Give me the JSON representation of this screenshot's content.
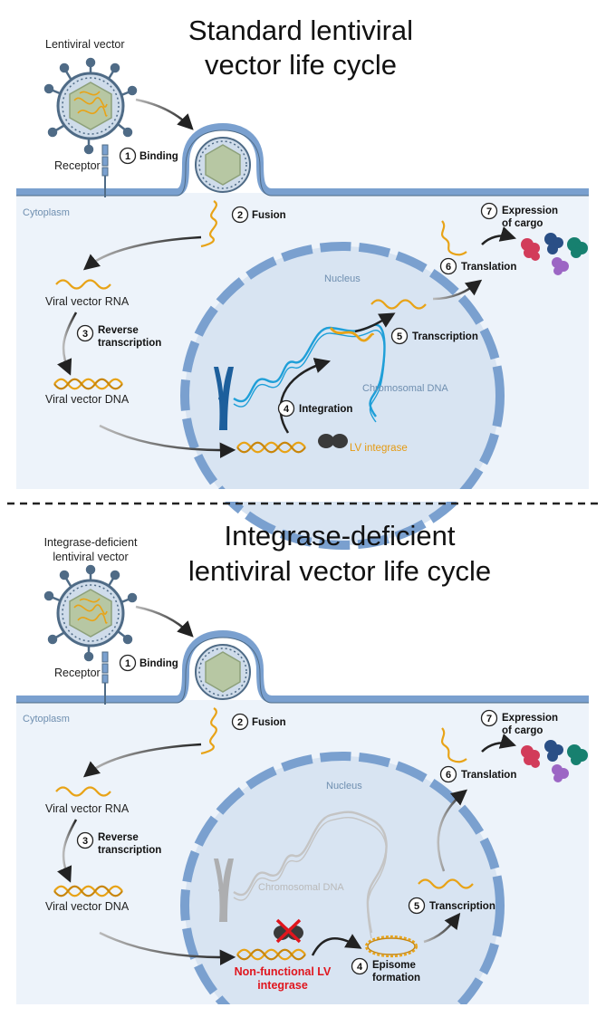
{
  "panel_top": {
    "title_line1": "Standard lentiviral",
    "title_line2": "vector life cycle",
    "vector_label": "Lentiviral vector",
    "receptor": "Receptor",
    "cytoplasm": "Cytoplasm",
    "nucleus": "Nucleus",
    "chromosomal_dna": "Chromosomal DNA",
    "viral_rna": "Viral vector RNA",
    "viral_dna": "Viral vector DNA",
    "lv_integrase": "LV integrase",
    "steps": {
      "s1": {
        "num": "1",
        "label": "Binding"
      },
      "s2": {
        "num": "2",
        "label": "Fusion"
      },
      "s3": {
        "num": "3",
        "line1": "Reverse",
        "line2": "transcription"
      },
      "s4": {
        "num": "4",
        "label": "Integration"
      },
      "s5": {
        "num": "5",
        "label": "Transcription"
      },
      "s6": {
        "num": "6",
        "label": "Translation"
      },
      "s7": {
        "num": "7",
        "line1": "Expression",
        "line2": "of cargo"
      }
    }
  },
  "panel_bottom": {
    "title_line1": "Integrase-deficient",
    "title_line2": "lentiviral vector life cycle",
    "vector_line1": "Integrase-deficient",
    "vector_line2": "lentiviral vector",
    "receptor": "Receptor",
    "cytoplasm": "Cytoplasm",
    "nucleus": "Nucleus",
    "chromosomal_dna": "Chromosomal DNA",
    "viral_rna": "Viral vector RNA",
    "viral_dna": "Viral vector DNA",
    "nonfunctional_line1": "Non-functional LV",
    "nonfunctional_line2": "integrase",
    "steps": {
      "s1": {
        "num": "1",
        "label": "Binding"
      },
      "s2": {
        "num": "2",
        "label": "Fusion"
      },
      "s3": {
        "num": "3",
        "line1": "Reverse",
        "line2": "transcription"
      },
      "s4": {
        "num": "4",
        "line1": "Episome",
        "line2": "formation"
      },
      "s5": {
        "num": "5",
        "label": "Transcription"
      },
      "s6": {
        "num": "6",
        "label": "Translation"
      },
      "s7": {
        "num": "7",
        "line1": "Expression",
        "line2": "of cargo"
      }
    }
  },
  "colors": {
    "rna": "#e8a317",
    "dna_blue": "#1f9fd8",
    "membrane": "#7aa0cf",
    "cytoplasm": "#edf3fa",
    "nucleus": "#d8e4f2",
    "virus": "#4f6b86",
    "alert": "#e0161e"
  }
}
